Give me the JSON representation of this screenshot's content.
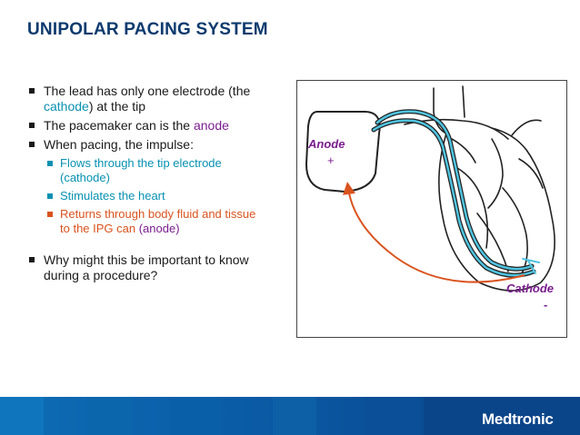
{
  "title": "UNIPOLAR PACING SYSTEM",
  "bullets": {
    "b1_pre": "The lead has only one electrode (the ",
    "b1_key": "cathode",
    "b1_post": ") at the tip",
    "b2_pre": "The pacemaker can is the ",
    "b2_key": "anode",
    "b3": "When pacing, the impulse:",
    "s1": "Flows through the tip electrode (cathode)",
    "s2": "Stimulates the heart",
    "s3_pre": "Returns through body fluid and tissue to the IPG can ",
    "s3_key": "(anode)",
    "b4": "Why might this be important to know during a procedure?"
  },
  "figure": {
    "anode_label": "Anode",
    "anode_sign": "+",
    "cathode_label": "Cathode",
    "cathode_sign": "-"
  },
  "footer": {
    "brand": "Medtronic"
  },
  "colors": {
    "title": "#0c3a6e",
    "teal": "#0891b2",
    "orange": "#d9531e",
    "purple": "#7a1d8f",
    "footer": "#0a5aa5"
  },
  "icons": [
    "square-bullet",
    "heart-illustration",
    "pacemaker-can",
    "lead-wire",
    "current-arrow"
  ]
}
